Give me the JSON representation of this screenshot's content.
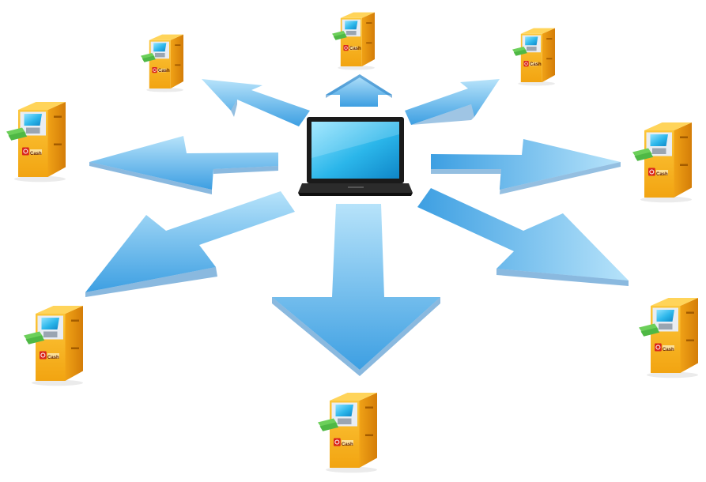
{
  "diagram": {
    "hub": {
      "name": "laptop"
    },
    "nodes": [
      {
        "name": "atm-top-left",
        "label": "Cash"
      },
      {
        "name": "atm-top",
        "label": "Cash"
      },
      {
        "name": "atm-top-right",
        "label": "Cash"
      },
      {
        "name": "atm-left",
        "label": "Cash"
      },
      {
        "name": "atm-right",
        "label": "Cash"
      },
      {
        "name": "atm-bottom-left",
        "label": "Cash"
      },
      {
        "name": "atm-bottom-right",
        "label": "Cash"
      },
      {
        "name": "atm-bottom",
        "label": "Cash"
      }
    ],
    "arrow_count": 8,
    "colors": {
      "arrow_top": "#a9dcf7",
      "arrow_bottom": "#3a9de0",
      "arrow_side": "#2a7fc4",
      "atm_body": "#f7b21e",
      "atm_side": "#e08a0c",
      "cash_badge": "#d9261c",
      "screen": "#27b7ea",
      "laptop_frame": "#1a1a1a"
    }
  }
}
